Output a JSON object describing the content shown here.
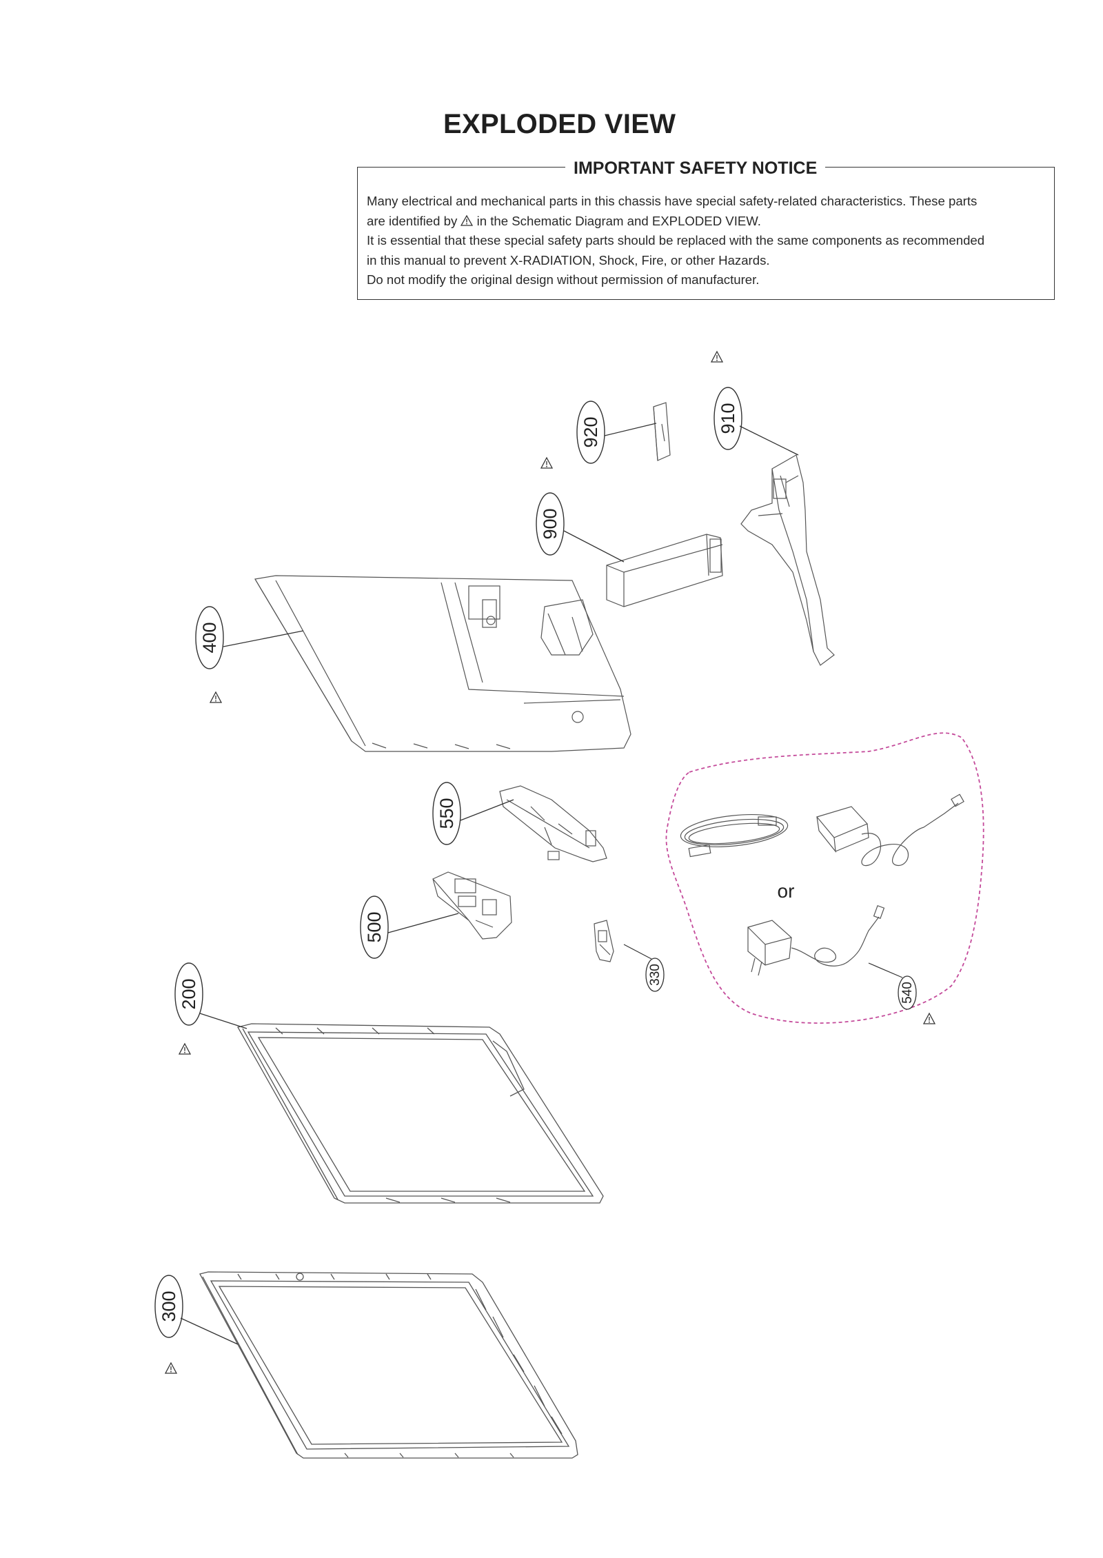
{
  "page": {
    "title": "EXPLODED VIEW"
  },
  "notice": {
    "title": "IMPORTANT SAFETY NOTICE",
    "line1": "Many electrical and mechanical parts in this chassis have special safety-related characteristics. These parts",
    "line2_before": "are identified by",
    "line2_after": "in the Schematic Diagram and EXPLODED VIEW.",
    "line3": "It is essential that these special safety parts should be replaced with the same components as recommended",
    "line4": "in this manual to prevent X-RADIATION, Shock, Fire, or other Hazards.",
    "line5": "Do not modify the original design without permission of manufacturer."
  },
  "callouts": {
    "p920": "920",
    "p910": "910",
    "p900": "900",
    "p400": "400",
    "p550": "550",
    "p500": "500",
    "p330": "330",
    "p540": "540",
    "p200": "200",
    "p300": "300"
  },
  "alternative_label": "or",
  "icons": {
    "safety_mark": "warning-triangle-icon"
  }
}
